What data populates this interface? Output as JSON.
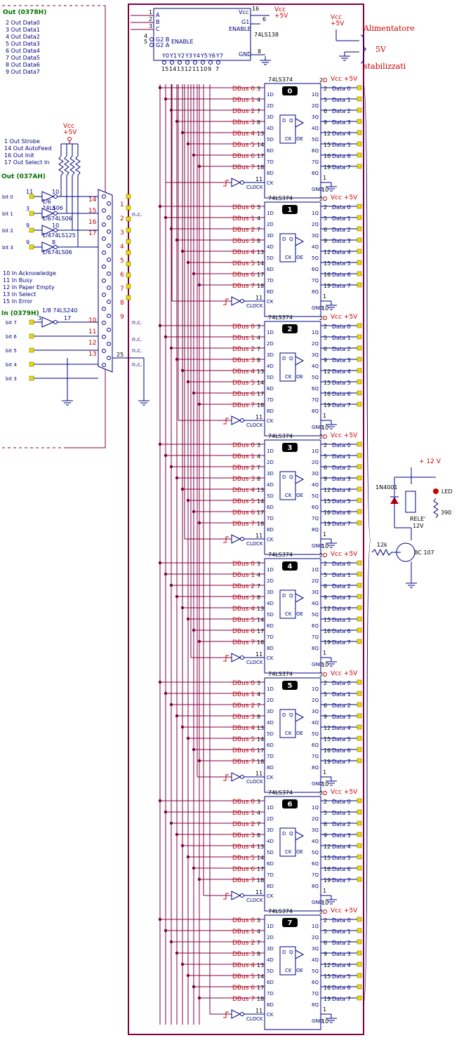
{
  "decoder": {
    "name": "74LS138",
    "inputs": [
      "A",
      "B",
      "C"
    ],
    "input_pins": [
      "1",
      "2",
      "3"
    ],
    "enable_pins": [
      "4",
      "5"
    ],
    "enable_labels": [
      "G2 B",
      "G2 A"
    ],
    "enable_text": "ENABLE",
    "g1": "G1",
    "g1_enable": "ENABLE",
    "g1_pin": "6",
    "vcc": "Vcc",
    "vcc_pin": "16",
    "vcc_supply": "Vcc\n+5V",
    "gnd": "GND",
    "gnd_pin": "8",
    "outputs": [
      "Y0",
      "Y1",
      "Y2",
      "Y3",
      "Y4",
      "Y5",
      "Y6",
      "Y7"
    ],
    "output_pins": [
      "15",
      "14",
      "13",
      "12",
      "11",
      "10",
      "9",
      "7"
    ]
  },
  "power": {
    "supply_label": "Alimentatore",
    "supply_voltage": "5V",
    "supply_note": "stabilizzati",
    "vcc_top": "Vcc\n+5V"
  },
  "port_out": {
    "title": "Out (0378H)",
    "lines": [
      "2 Out Data0",
      "3 Out Data1",
      "4 Out Data2",
      "5 Out Data3",
      "6 Out Data4",
      "7 Out Data5",
      "8 Out Data6",
      "9 Out Data7"
    ]
  },
  "port_ctrl": {
    "lines": [
      "1 Out Strobe",
      "14 Out AutoFeed",
      "16 Out Init",
      "17 Out Select In"
    ],
    "title": "Out (037AH)",
    "vcc": "Vcc\n+5V",
    "bits": [
      "bit 0",
      "bit 1",
      "bit 2",
      "bit 3"
    ],
    "gate_labels": [
      "1/6\n74LS06",
      "1/674LS06",
      "1/474LS125",
      "1/674LS06"
    ],
    "gate_pins": [
      [
        "11",
        "10"
      ],
      [
        "3",
        "4"
      ],
      [
        "9",
        "10",
        "8"
      ],
      [
        "9",
        "8"
      ]
    ]
  },
  "port_in": {
    "status_lines": [
      "10 In Acknowledge",
      "11 In Busy",
      "12 In Paper Empty",
      "13 In Select",
      "15 In Error"
    ],
    "title": "In (0379H)",
    "buffer_label": "1/8 74LS240",
    "buffer_pins": [
      "3",
      "17"
    ],
    "bits": [
      "bit 7",
      "bit 6",
      "bit 5",
      "bit 4",
      "bit 3"
    ]
  },
  "connector": {
    "top_pins": [
      "1",
      "2",
      "3",
      "4",
      "5",
      "6",
      "7",
      "8",
      "9"
    ],
    "side_pins": [
      "14",
      "15",
      "16",
      "17"
    ],
    "status_pins": [
      "10",
      "11",
      "12",
      "13"
    ],
    "gnd_pin": "25",
    "nc": "n.c."
  },
  "latch": {
    "name": "74LS374",
    "vcc": "Vcc +5V",
    "vcc_pin": "20",
    "dbus": [
      "DBus 0",
      "DBus 1",
      "DBus 2",
      "DBus 3",
      "DBus 4",
      "DBus 5",
      "DBus 6",
      "DBus 7"
    ],
    "in_pins": [
      "3",
      "4",
      "7",
      "8",
      "13",
      "14",
      "17",
      "18"
    ],
    "d_labels": [
      "1D",
      "2D",
      "3D",
      "4D",
      "5D",
      "6D",
      "7D",
      "8D"
    ],
    "q_labels": [
      "1Q",
      "2Q",
      "3Q",
      "4Q",
      "5Q",
      "6Q",
      "7Q",
      "8Q"
    ],
    "out_pins": [
      "2",
      "5",
      "6",
      "9",
      "12",
      "15",
      "16",
      "19"
    ],
    "data": [
      "Data 0",
      "Data 1",
      "Data 2",
      "Data 3",
      "Data 4",
      "Data 5",
      "Data 6",
      "Data 7"
    ],
    "ck": "CK",
    "ck_pin": "11",
    "clock": "CLOCK",
    "oe": "OE",
    "oe_pin": "1",
    "gnd": "GND",
    "gnd_pin": "10",
    "ff_d": "D",
    "ff_q": "Q",
    "ff_ck": "CK",
    "numbers": [
      "0",
      "1",
      "2",
      "3",
      "4",
      "5",
      "6",
      "7"
    ]
  },
  "relay": {
    "supply": "+ 12 V",
    "diode": "1N4001",
    "led": "LED",
    "resistor_led": "390",
    "relay_label": "RELE'",
    "relay_voltage": "12V",
    "base_resistor": "12k",
    "transistor": "BC 107"
  }
}
